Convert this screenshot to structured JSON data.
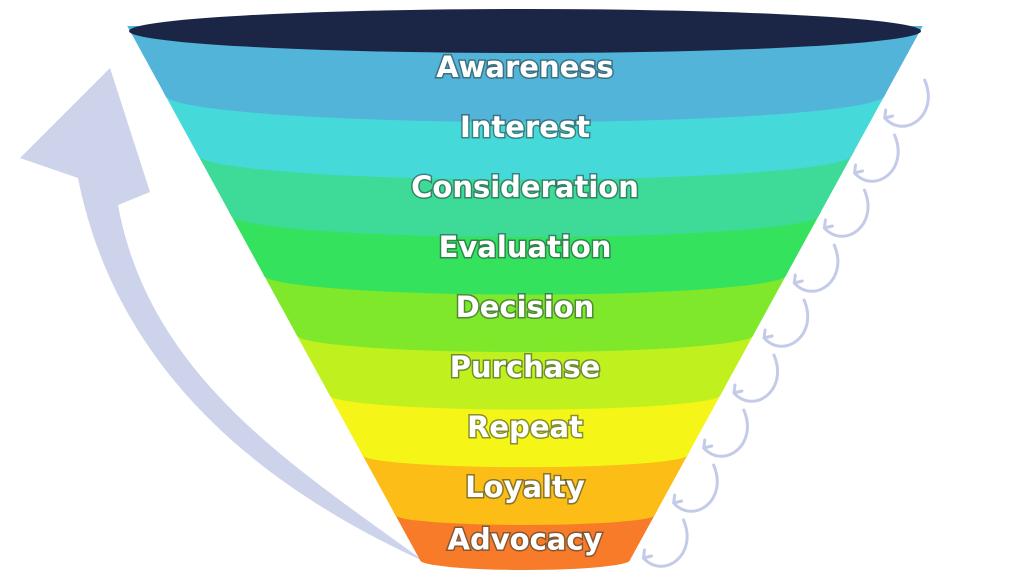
{
  "funnel": {
    "top_color": "#1b2647",
    "stages": [
      {
        "label": "Awareness",
        "color": "#52b4d8"
      },
      {
        "label": "Interest",
        "color": "#46d9d9"
      },
      {
        "label": "Consideration",
        "color": "#3ddb97"
      },
      {
        "label": "Evaluation",
        "color": "#34e25e"
      },
      {
        "label": "Decision",
        "color": "#7fe82a"
      },
      {
        "label": "Purchase",
        "color": "#c0f11e"
      },
      {
        "label": "Repeat",
        "color": "#f6f518"
      },
      {
        "label": "Loyalty",
        "color": "#fbbd16"
      },
      {
        "label": "Advocacy",
        "color": "#f77b28"
      }
    ]
  },
  "arrow_color": "#c3cbe8"
}
